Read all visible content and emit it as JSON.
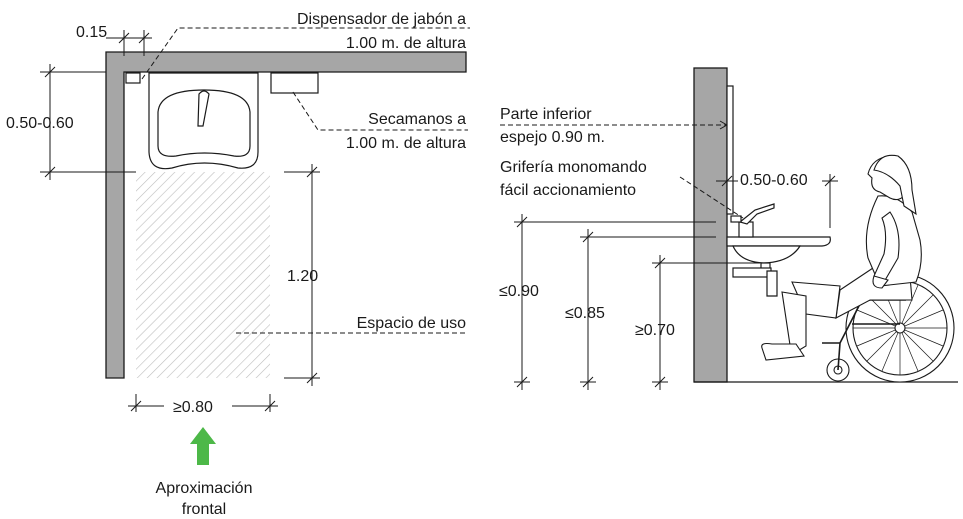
{
  "plan": {
    "dispenser_line1": "Dispensador de jabón a",
    "dispenser_line2": "1.00 m. de altura",
    "dim_wall_offset": "0.15",
    "dim_sink_depth": "0.50-0.60",
    "dryer_line1": "Secamanos a",
    "dryer_line2": "1.00 m. de altura",
    "dim_use_depth": "1.20",
    "use_space_label": "Espacio de uso",
    "dim_use_width": "≥0.80",
    "approach_line1": "Aproximación",
    "approach_line2": "frontal",
    "arrow_color": "#4db848",
    "icon": "arrow-up-icon"
  },
  "section": {
    "mirror_line1": "Parte inferior",
    "mirror_line2": "espejo 0.90 m.",
    "faucet_line1": "Grifería monomando",
    "faucet_line2": "fácil accionamiento",
    "dim_reach": "0.50-0.60",
    "dim_rim_max": "≤0.90",
    "dim_basin_max": "≤0.85",
    "dim_knee_min": "≥0.70"
  },
  "colors": {
    "wall": "#a6a6a6",
    "hatch": "#bdbdbd",
    "ink": "#1a1a1a"
  }
}
